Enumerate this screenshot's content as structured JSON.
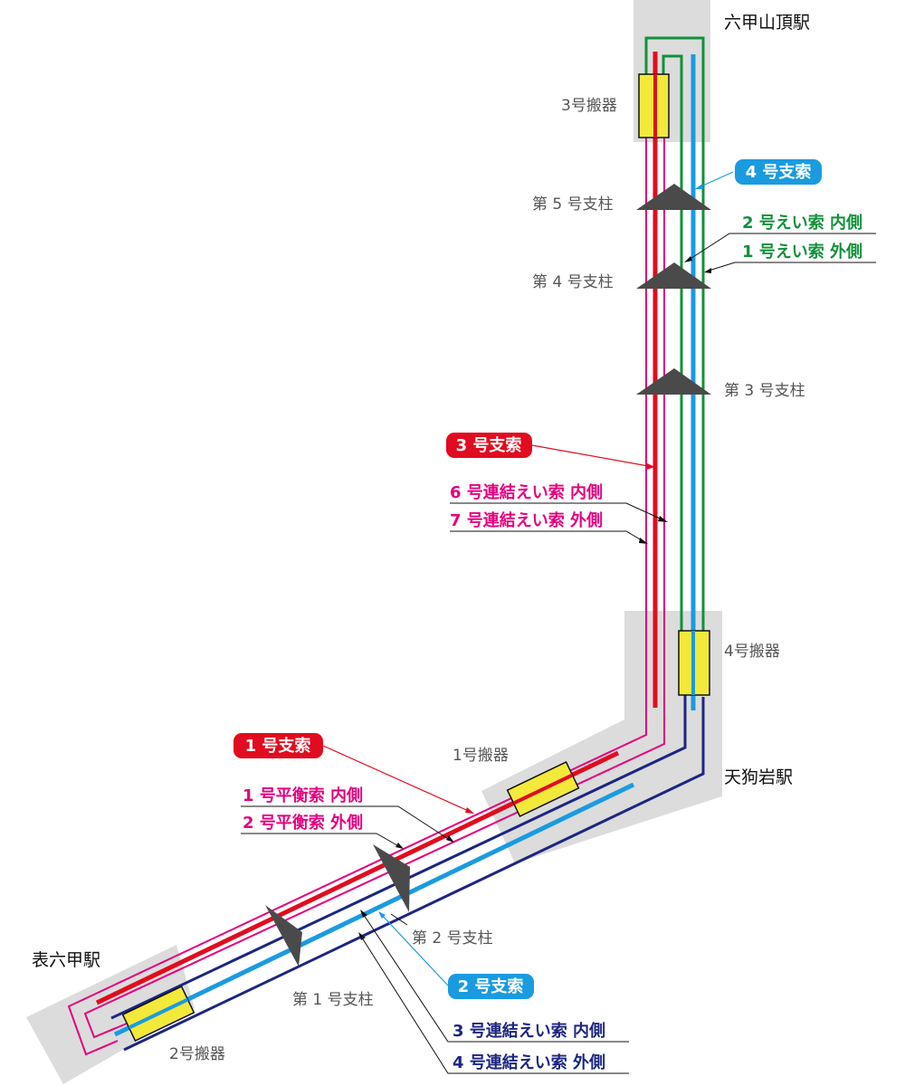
{
  "stations": {
    "summit": "六甲山頂駅",
    "tenguiwa": "天狗岩駅",
    "omote": "表六甲駅"
  },
  "carriers": {
    "c1": "1号搬器",
    "c2": "2号搬器",
    "c3": "3号搬器",
    "c4": "4号搬器"
  },
  "towers": {
    "t1": "第 1 号支柱",
    "t2": "第 2 号支柱",
    "t3": "第 3 号支柱",
    "t4": "第 4 号支柱",
    "t5": "第 5 号支柱"
  },
  "cables": {
    "support1": "1 号支索",
    "support2": "2 号支索",
    "support3": "3 号支索",
    "support4": "4 号支索",
    "haul1_outer": "1 号えい索  外側",
    "haul2_inner": "2 号えい索  内側",
    "link3_inner": "3 号連結えい索  内側",
    "link4_outer": "4 号連結えい索  外側",
    "link6_inner": "6 号連結えい索  内側",
    "link7_outer": "7 号連結えい索  外側",
    "bal1_inner": "1 号平衡索  内側",
    "bal2_outer": "2 号平衡索  外側"
  },
  "colors": {
    "red": "#e10c1f",
    "magenta": "#e4007f",
    "blue": "#1a9be0",
    "navy": "#1d2680",
    "green": "#11913a",
    "yellow": "#f2e93a",
    "tower": "#4a4a4a",
    "stationBg": "#dcdcdc"
  }
}
